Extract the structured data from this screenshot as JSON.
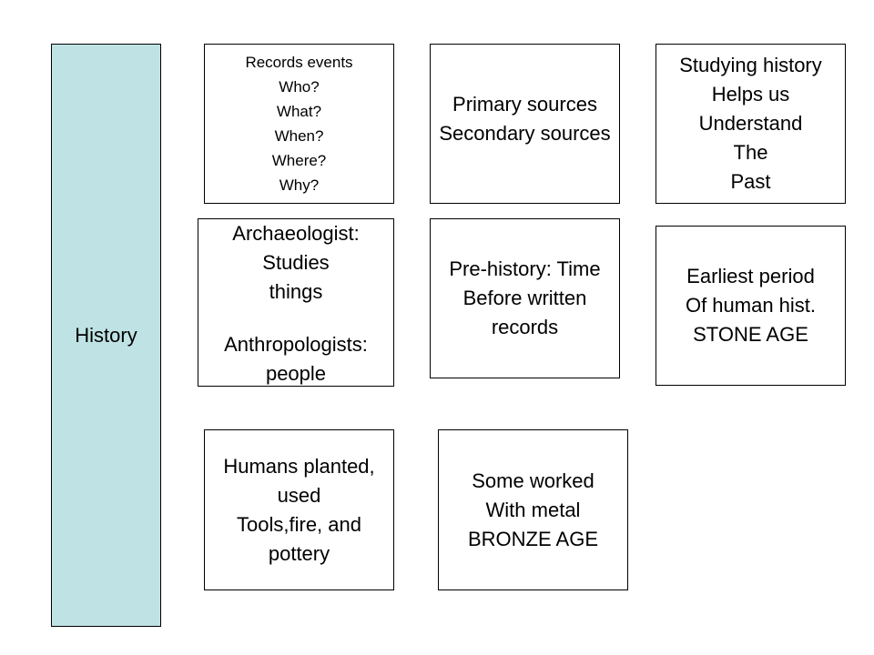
{
  "history_label": "History",
  "boxes": {
    "records": [
      "Records events",
      "Who?",
      "What?",
      "When?",
      "Where?",
      "Why?"
    ],
    "sources": [
      "Primary sources",
      "Secondary sources"
    ],
    "studying": [
      "Studying history",
      "Helps us",
      "Understand",
      "The",
      "Past"
    ],
    "archaeologist": [
      "Archaeologist:",
      "Studies",
      "things",
      "",
      "Anthropologists:",
      "people"
    ],
    "prehistory": [
      "Pre-history: Time",
      "Before written",
      "records"
    ],
    "earliest": [
      "Earliest period",
      "Of human hist.",
      "STONE AGE"
    ],
    "humans": [
      "Humans planted,",
      "used",
      "Tools,fire, and",
      "pottery"
    ],
    "bronze": [
      "Some worked",
      "With metal",
      "BRONZE AGE"
    ]
  },
  "colors": {
    "history_fill": "#bfe3e4",
    "box_border": "#000000"
  }
}
